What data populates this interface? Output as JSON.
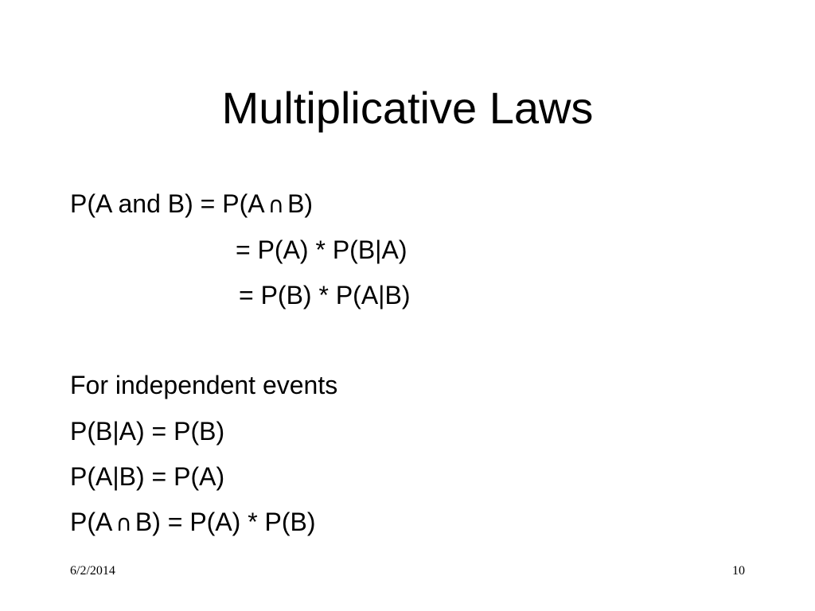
{
  "slide": {
    "title": "Multiplicative Laws",
    "lines": {
      "l1_a": "P(A and B) = P(A",
      "l1_b": "B)",
      "l2": "= P(A) * P(B|A)",
      "l3": "= P(B) * P(A|B)",
      "l4": "For independent events",
      "l5": "P(B|A) = P(B)",
      "l6": "P(A|B) = P(A)",
      "l7_a": "P(A",
      "l7_b": "B) = P(A) * P(B)"
    },
    "intersection_symbol": "∩"
  },
  "footer": {
    "date": "6/2/2014",
    "page_number": "10"
  }
}
